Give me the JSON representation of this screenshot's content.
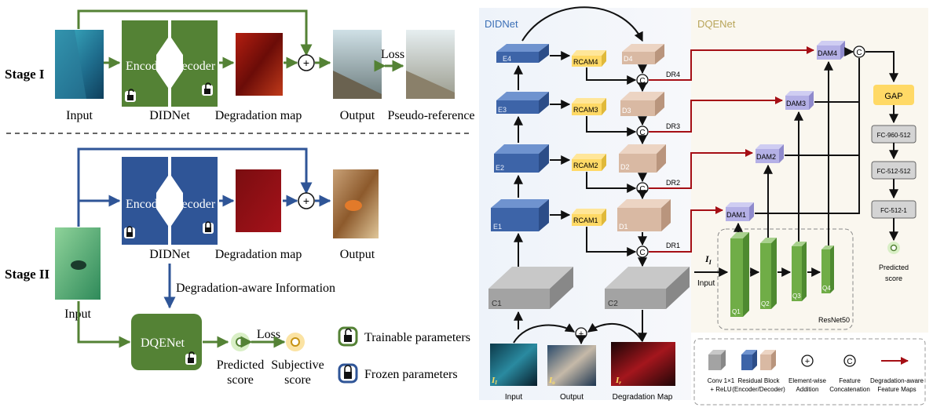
{
  "left": {
    "stage1": {
      "label": "Stage I",
      "encoder": "Encoder",
      "decoder": "Decoder",
      "loss": "Loss",
      "captions": {
        "input": "Input",
        "didnet": "DIDNet",
        "degradation_map": "Degradation map",
        "output": "Output",
        "pseudo_reference": "Pseudo-reference"
      }
    },
    "stage2": {
      "label": "Stage II",
      "encoder": "Encoder",
      "decoder": "Decoder",
      "captions": {
        "input": "Input",
        "didnet": "DIDNet",
        "degradation_map": "Degradation map",
        "output": "Output",
        "degradation_info": "Degradation-aware Information",
        "dqenet": "DQENet",
        "loss": "Loss",
        "predicted_l1": "Predicted",
        "predicted_l2": "score",
        "subjective_l1": "Subjective",
        "subjective_l2": "score"
      },
      "legend": {
        "trainable": "Trainable parameters",
        "frozen": "Frozen parameters"
      }
    },
    "colors": {
      "green": "#548235",
      "blue": "#2f5597",
      "green_box": "#548235",
      "blue_box": "#2f5597"
    }
  },
  "right": {
    "didnet_title": "DIDNet",
    "dqenet_title": "DQENet",
    "encoder_blocks": [
      "E4",
      "E3",
      "E2",
      "E1"
    ],
    "decoder_blocks": [
      "D4",
      "D3",
      "D2",
      "D1"
    ],
    "rcam": [
      "RCAM4",
      "RCAM3",
      "RCAM2",
      "RCAM1"
    ],
    "dr": [
      "DR4",
      "DR3",
      "DR2",
      "DR1"
    ],
    "dam": [
      "DAM4",
      "DAM3",
      "DAM2",
      "DAM1"
    ],
    "conv": [
      "C1",
      "C2"
    ],
    "concat_symbol": "C",
    "add_symbol": "+",
    "resnet": {
      "blocks": [
        "Q1",
        "Q2",
        "Q3",
        "Q4"
      ],
      "label": "ResNet50"
    },
    "input_symbol": "I",
    "input_sub": "I",
    "input_label": "Input",
    "gap": "GAP",
    "fc": [
      "FC-960-512",
      "FC-512-512",
      "FC-512-1"
    ],
    "predicted_l1": "Predicted",
    "predicted_l2": "score",
    "images": {
      "input_sym": "I",
      "input_sub": "I",
      "input_cap": "Input",
      "output_sym": "I",
      "output_sub": "o",
      "output_cap": "Output",
      "map_sym": "I",
      "map_sub": "r",
      "map_cap": "Degradation Map"
    },
    "legend": {
      "conv": [
        "Conv 1×1",
        "+ ReLU"
      ],
      "res": [
        "Residual Block",
        "(Encoder/Decoder)"
      ],
      "add": [
        "Element-wise",
        "Addition"
      ],
      "concat": [
        "Feature",
        "Concatenation"
      ],
      "dam_maps": [
        "Degradation-aware",
        "Feature Maps"
      ]
    },
    "colors": {
      "blue_block": "#4a72b8",
      "tan_block": "#d9b9a3",
      "rcam": "#ffd966",
      "dam": "#b4b0e6",
      "resnet": "#70ad47",
      "dr_arrow": "#a50f15"
    }
  }
}
